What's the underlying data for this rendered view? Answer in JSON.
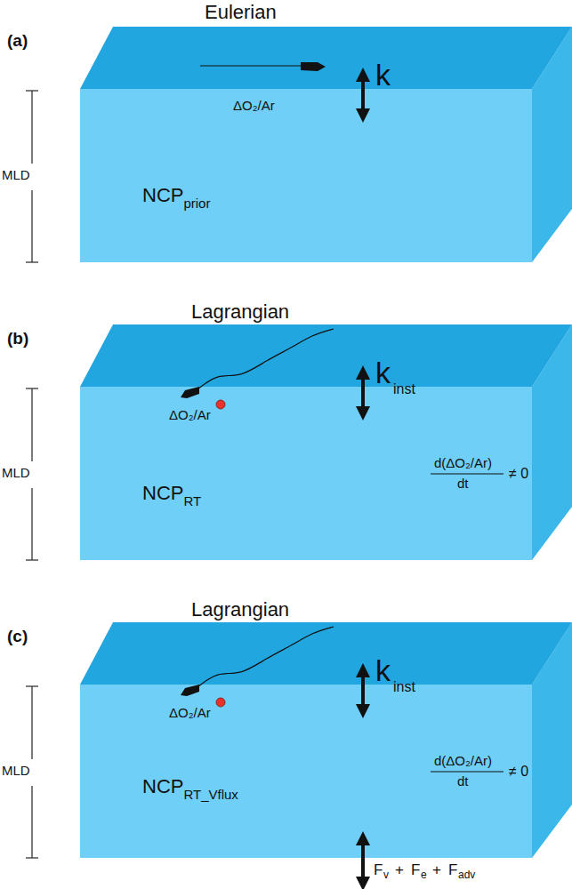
{
  "diagram": {
    "nodes": [
      {
        "text": [
          "NCP",
          "prior"
        ]
      },
      {
        "text": [
          "NCP",
          "RT"
        ]
      },
      {
        "text": [
          "NCP",
          "RT_Vflux"
        ]
      }
    ],
    "labels": [
      "(a)",
      "Eulerian",
      "MLD",
      "ΔO₂/Ar",
      "k",
      "(b)",
      "Lagrangian",
      "MLD",
      "ΔO₂/Ar",
      "k",
      "inst",
      "d(ΔO₂/Ar)",
      "dt",
      "≠ 0",
      "(c)",
      "Lagrangian",
      "MLD",
      "ΔO₂/Ar",
      "k",
      "inst",
      "d(ΔO₂/Ar)",
      "dt",
      "≠ 0",
      "F",
      "v",
      "+",
      "F",
      "e",
      "+",
      "F",
      "adv"
    ]
  }
}
